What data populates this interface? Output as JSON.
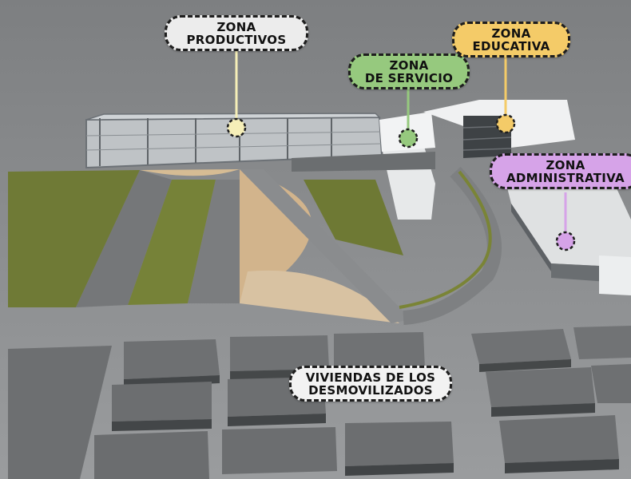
{
  "zones": [
    {
      "id": "productivos",
      "line1": "ZONA",
      "line2": "PRODUCTIVOS",
      "color": "#ececec"
    },
    {
      "id": "servicio",
      "line1": "ZONA",
      "line2": "DE SERVICIO",
      "color": "#96c97e"
    },
    {
      "id": "educativa",
      "line1": "ZONA",
      "line2": "EDUCATIVA",
      "color": "#f4cb68"
    },
    {
      "id": "administrativa",
      "line1": "ZONA",
      "line2": "ADMINISTRATIVA",
      "color": "#d6a3e8"
    }
  ],
  "housing": {
    "line1": "VIVIENDAS DE LOS",
    "line2": "DESMOVILIZADOS",
    "color": "#f2f2f2"
  }
}
